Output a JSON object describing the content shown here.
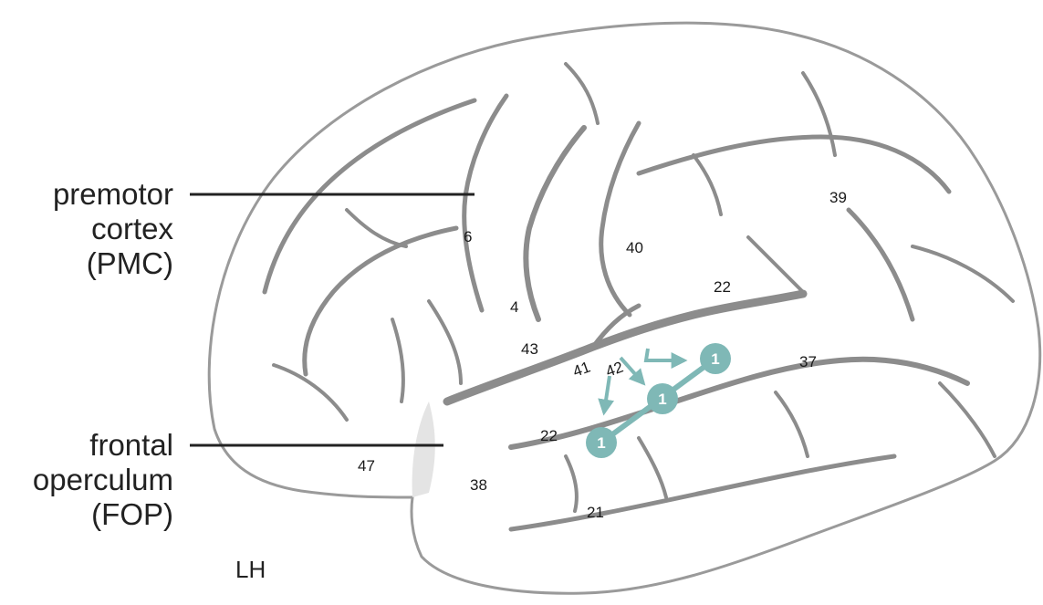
{
  "labels": {
    "pmc": [
      "premotor",
      "cortex",
      "(PMC)"
    ],
    "fop": [
      "frontal",
      "operculum",
      "(FOP)"
    ],
    "hemisphere": "LH"
  },
  "brodmann_areas": [
    "6",
    "4",
    "43",
    "41",
    "42",
    "40",
    "39",
    "22",
    "37",
    "22",
    "38",
    "21",
    "47"
  ],
  "pathway": {
    "color": "#7fb8b6",
    "node_label": "1",
    "node_count": 3
  },
  "colors": {
    "cortex_fill": "#ffffff",
    "cortex_outline": "#9a9a9a",
    "sulcus": "#8c8c8c",
    "pointer_line": "#222222",
    "fop_shade": "#e4e4e4"
  }
}
